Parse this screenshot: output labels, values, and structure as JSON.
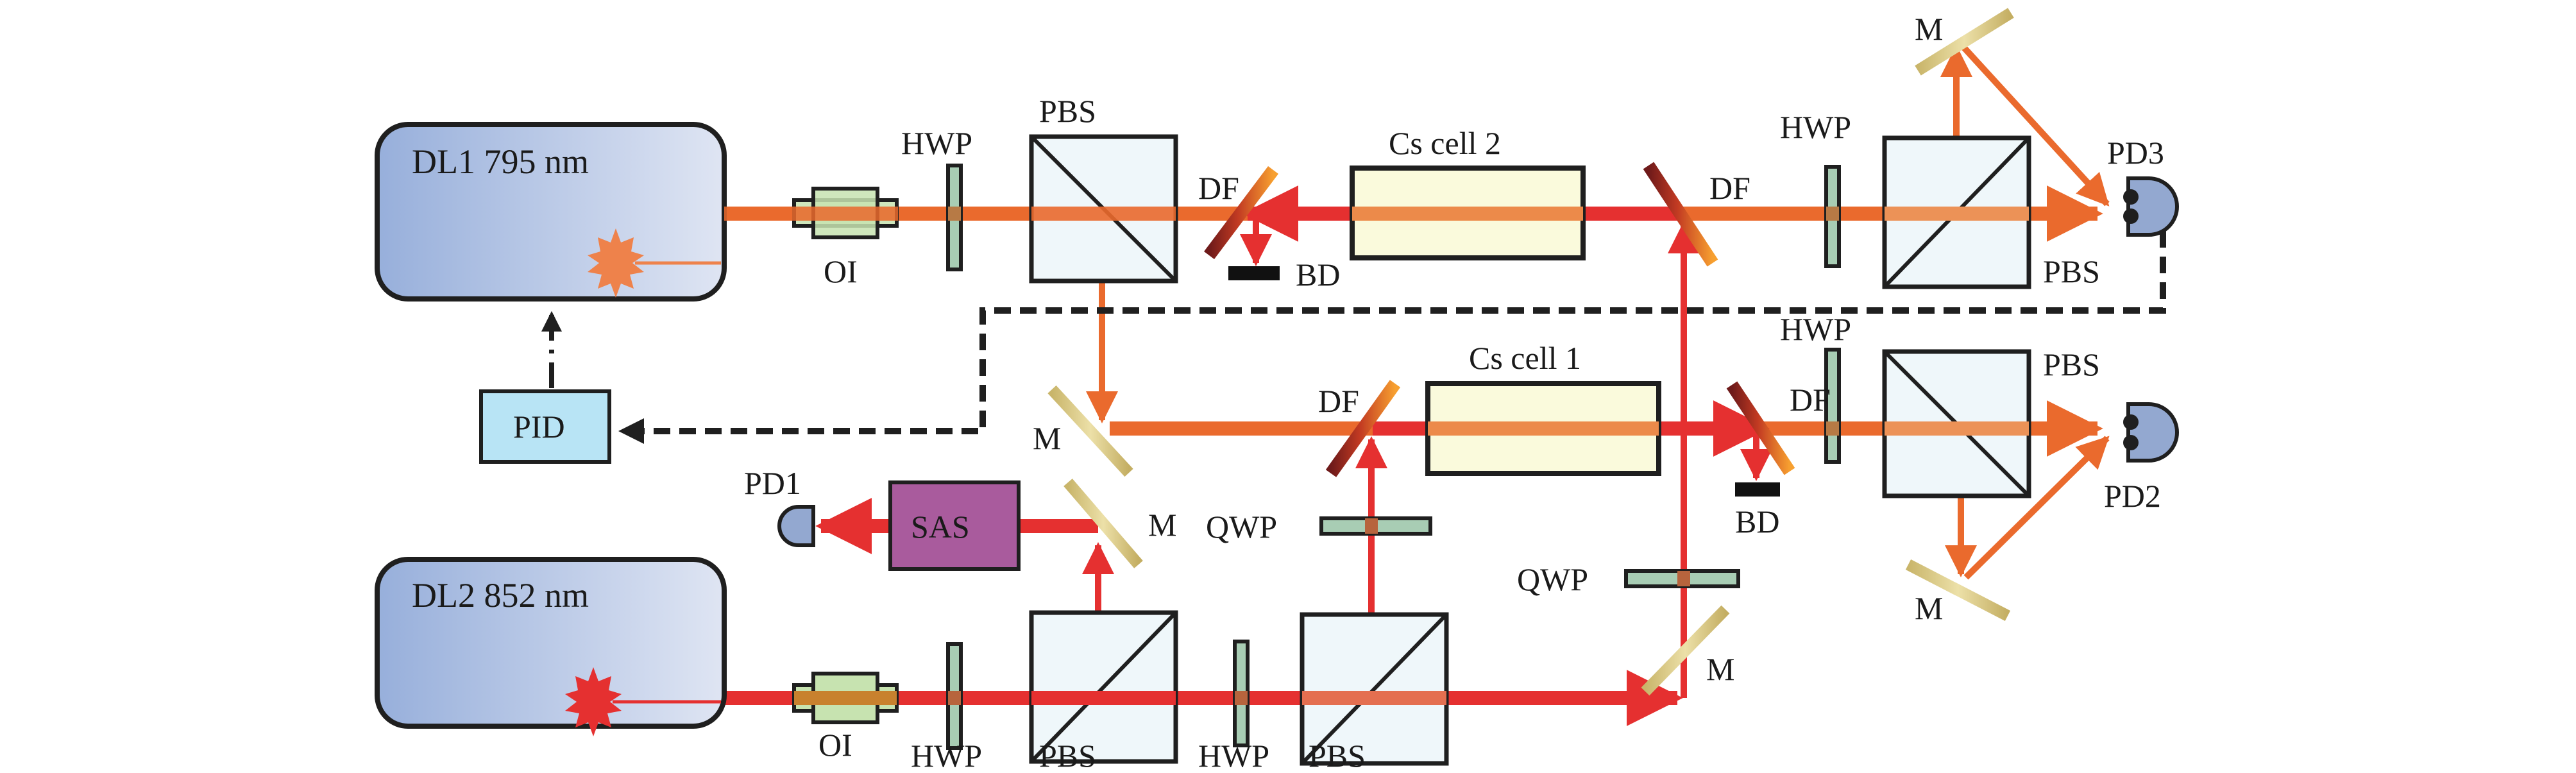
{
  "diagram": {
    "title": "Dual-laser frequency stabilization optical setup",
    "lasers": [
      {
        "id": "DL1",
        "label": "DL1 795 nm",
        "beam_color": "#ea6a2d"
      },
      {
        "id": "DL2",
        "label": "DL2 852 nm",
        "beam_color": "#e53030"
      }
    ],
    "controllers": {
      "pid": "PID",
      "sas": "SAS"
    },
    "detectors": {
      "pd1": "PD1",
      "pd2": "PD2",
      "pd3": "PD3"
    },
    "cells": {
      "cell1": "Cs cell 1",
      "cell2": "Cs cell 2"
    },
    "labels": {
      "oi": "OI",
      "hwp": "HWP",
      "qwp": "QWP",
      "pbs": "PBS",
      "df": "DF",
      "bd": "BD",
      "m": "M"
    },
    "colors": {
      "beam_795": "#ea6a2d",
      "beam_852": "#e53030",
      "laser_box_left": "#97afdb",
      "laser_box_right": "#dfe5f3",
      "pid_fill": "#b8e4f5",
      "sas_fill": "#a95b9d",
      "detector_fill": "#93a8d0",
      "waveplate_fill": "#a8cdb4",
      "isolator_fill": "#c7e3b0",
      "cell_fill": "#fafadc",
      "pbs_fill": "#eff7fa",
      "mirror_gold": "#d9c98a",
      "beam_dump": "#111111"
    }
  }
}
